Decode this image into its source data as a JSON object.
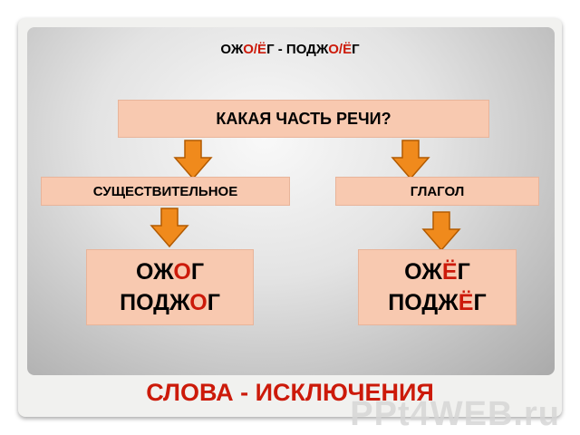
{
  "title": {
    "p1": "ОЖ",
    "p2": "О/Ё",
    "p3": "Г -  ПОДЖ",
    "p4": "О/Ё",
    "p5": "Г"
  },
  "question": "КАКАЯ ЧАСТЬ РЕЧИ?",
  "noun_label": "СУЩЕСТВИТЕЛЬНОЕ",
  "verb_label": "ГЛАГОЛ",
  "noun_words": {
    "w1a": "ОЖ",
    "w1b": "О",
    "w1c": "Г",
    "w2a": "ПОДЖ",
    "w2b": "О",
    "w2c": "Г"
  },
  "verb_words": {
    "w1a": "ОЖ",
    "w1b": "Ё",
    "w1c": "Г",
    "w2a": "ПОДЖ",
    "w2b": "Ё",
    "w2c": "Г"
  },
  "exceptions": "СЛОВА - ИСКЛЮЧЕНИЯ",
  "watermark": "PPt4WEB.ru",
  "colors": {
    "accent_red": "#cc1a0a",
    "box_fill": "#f8c9b0",
    "arrow_fill": "#f08a1c"
  }
}
